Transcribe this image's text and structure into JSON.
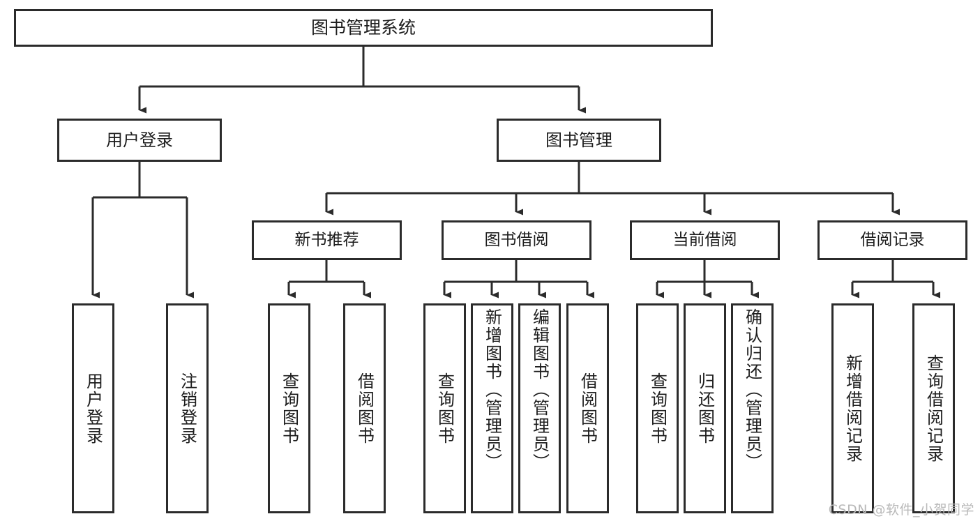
{
  "diagram": {
    "title": "图书管理系统",
    "watermark": "CSDN @软件_小贺同学",
    "levels": {
      "root": {
        "label": "图书管理系统"
      },
      "level2": [
        {
          "id": "user-login",
          "label": "用户登录"
        },
        {
          "id": "book-manage",
          "label": "图书管理"
        }
      ],
      "level3": [
        {
          "id": "new-book-recommend",
          "label": "新书推荐"
        },
        {
          "id": "book-borrow",
          "label": "图书借阅"
        },
        {
          "id": "current-borrow",
          "label": "当前借阅"
        },
        {
          "id": "borrow-record",
          "label": "借阅记录"
        }
      ],
      "leaves": [
        {
          "id": "leaf-user-login",
          "label": "用户登录",
          "parent": "user-login"
        },
        {
          "id": "leaf-user-logout",
          "label": "注销登录",
          "parent": "user-login"
        },
        {
          "id": "leaf-query-book-1",
          "label": "查询图书",
          "parent": "new-book-recommend"
        },
        {
          "id": "leaf-borrow-book-1",
          "label": "借阅图书",
          "parent": "new-book-recommend"
        },
        {
          "id": "leaf-query-book-2",
          "label": "查询图书",
          "parent": "book-borrow"
        },
        {
          "id": "leaf-add-book",
          "label": "新增图书（管理员）",
          "parent": "book-borrow"
        },
        {
          "id": "leaf-edit-book",
          "label": "编辑图书（管理员）",
          "parent": "book-borrow"
        },
        {
          "id": "leaf-borrow-book-2",
          "label": "借阅图书",
          "parent": "book-borrow"
        },
        {
          "id": "leaf-query-book-3",
          "label": "查询图书",
          "parent": "current-borrow"
        },
        {
          "id": "leaf-return-book",
          "label": "归还图书",
          "parent": "current-borrow"
        },
        {
          "id": "leaf-confirm-return",
          "label": "确认归还（管理员）",
          "parent": "current-borrow"
        },
        {
          "id": "leaf-add-record",
          "label": "新增借阅记录",
          "parent": "borrow-record"
        },
        {
          "id": "leaf-query-record",
          "label": "查询借阅记录",
          "parent": "borrow-record"
        }
      ]
    },
    "colors": {
      "border": "#2b2b2b",
      "background": "#ffffff",
      "text": "#1d1d1d",
      "watermark": "#b9b9b9"
    }
  }
}
